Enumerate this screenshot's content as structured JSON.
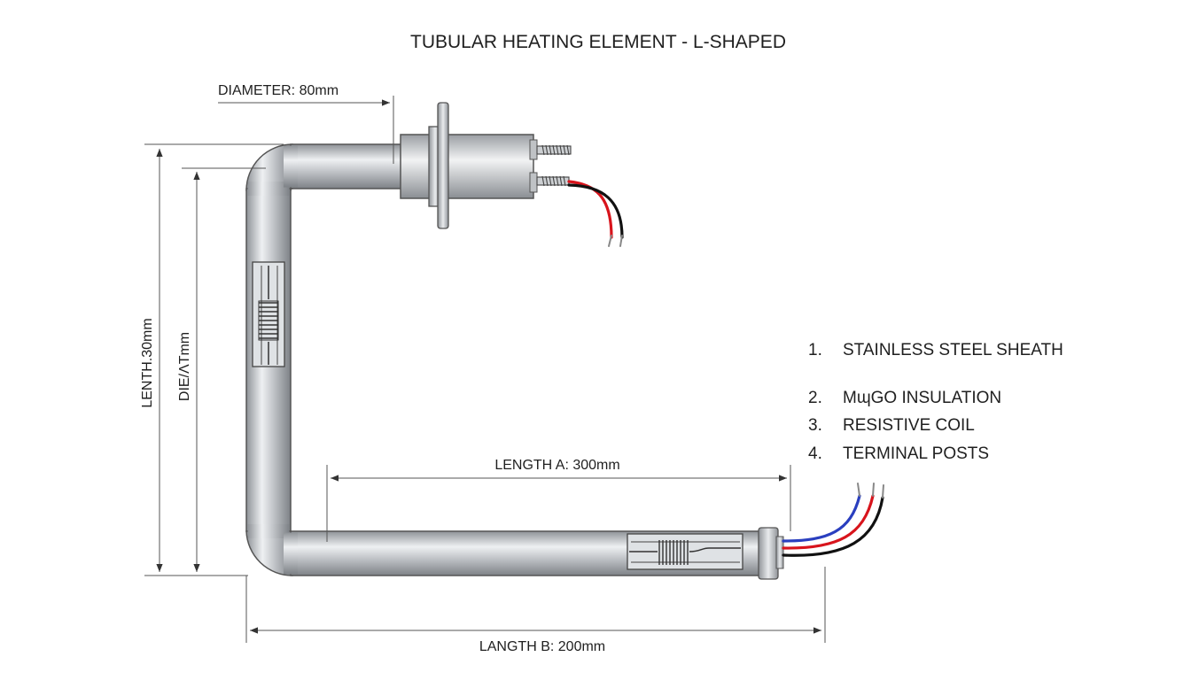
{
  "title": "TUBULAR HEATING ELEMENT - L-SHAPED",
  "dimensions": {
    "diameter": "DIAMETER: 80mm",
    "length_vertical": "LENTH.30mm",
    "diameter_vertical": "DIE/ΛTmm",
    "length_a": "LENGTH A: 300mm",
    "length_b": "LANGTH B: 200mm"
  },
  "legend": [
    {
      "num": "1.",
      "text": "STAINLESS STEEL SHEATH"
    },
    {
      "num": "2.",
      "text": "MɰGO INSULATION"
    },
    {
      "num": "3.",
      "text": "RESISTIVE COIL"
    },
    {
      "num": "4.",
      "text": "TERMINAL POSTS"
    }
  ],
  "colors": {
    "sheath": "#c9ccd0",
    "line": "#4a4a4a",
    "wire_red": "#d8141c",
    "wire_blue": "#2a3fbf",
    "wire_black": "#111111"
  }
}
